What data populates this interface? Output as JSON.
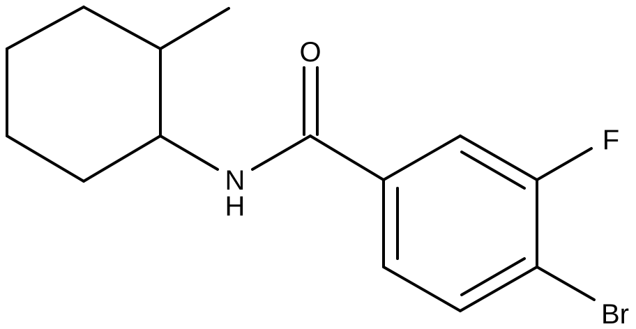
{
  "molecule": {
    "atoms": {
      "oxygen": "O",
      "nitrogen": "N",
      "hydrogen": "H",
      "fluorine": "F",
      "bromine": "Br"
    }
  }
}
